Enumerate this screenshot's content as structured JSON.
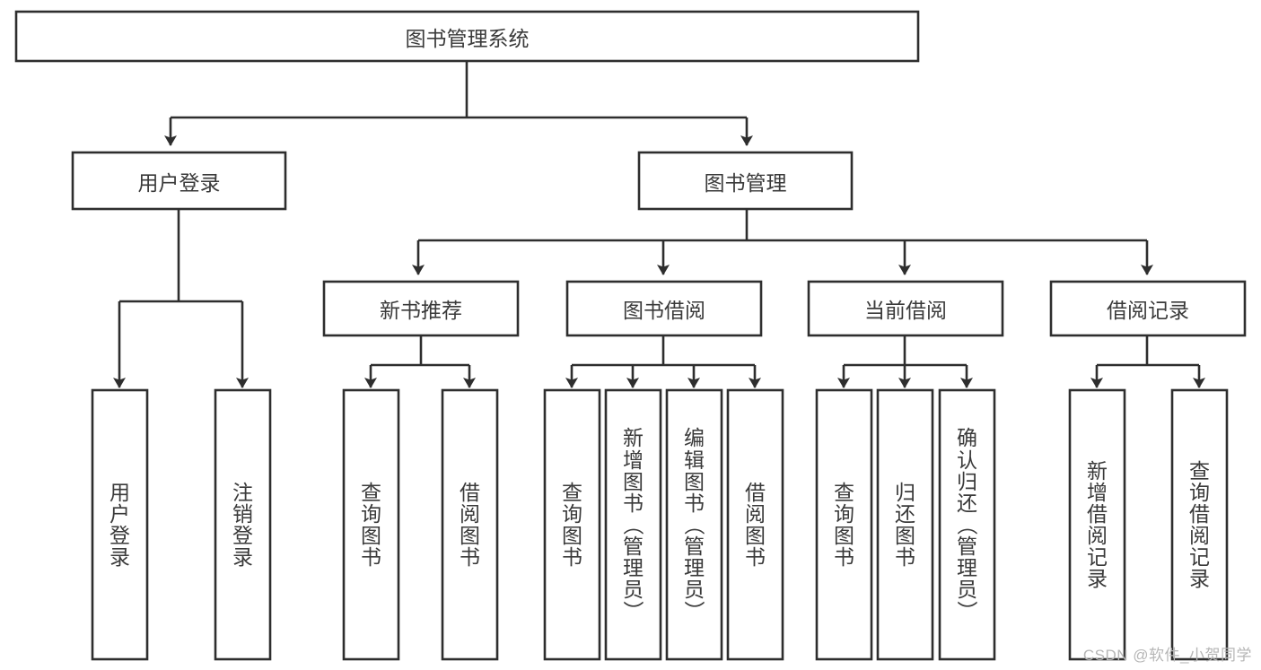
{
  "diagram": {
    "type": "tree-hierarchy",
    "title": "图书管理系统",
    "watermark": "CSDN @软件_小贺同学",
    "colors": {
      "stroke": "#2e2e2e",
      "fill": "#ffffff",
      "text": "#3a3a3a",
      "watermark": "#b6b6b6",
      "background": "#ffffff"
    },
    "levels": {
      "root": {
        "label": "图书管理系统"
      },
      "level2": [
        {
          "label": "用户登录"
        },
        {
          "label": "图书管理"
        }
      ],
      "level3": [
        {
          "label": "新书推荐"
        },
        {
          "label": "图书借阅"
        },
        {
          "label": "当前借阅"
        },
        {
          "label": "借阅记录"
        }
      ],
      "leaves": [
        {
          "label": "用户登录",
          "parent": "用户登录"
        },
        {
          "label": "注销登录",
          "parent": "用户登录"
        },
        {
          "label": "查询图书",
          "parent": "新书推荐"
        },
        {
          "label": "借阅图书",
          "parent": "新书推荐"
        },
        {
          "label": "查询图书",
          "parent": "图书借阅"
        },
        {
          "label": "新增图书（管理员）",
          "parent": "图书借阅"
        },
        {
          "label": "编辑图书（管理员）",
          "parent": "图书借阅"
        },
        {
          "label": "借阅图书",
          "parent": "图书借阅"
        },
        {
          "label": "查询图书",
          "parent": "当前借阅"
        },
        {
          "label": "归还图书",
          "parent": "当前借阅"
        },
        {
          "label": "确认归还（管理员）",
          "parent": "当前借阅"
        },
        {
          "label": "新增借阅记录",
          "parent": "借阅记录"
        },
        {
          "label": "查询借阅记录",
          "parent": "借阅记录"
        }
      ]
    }
  }
}
